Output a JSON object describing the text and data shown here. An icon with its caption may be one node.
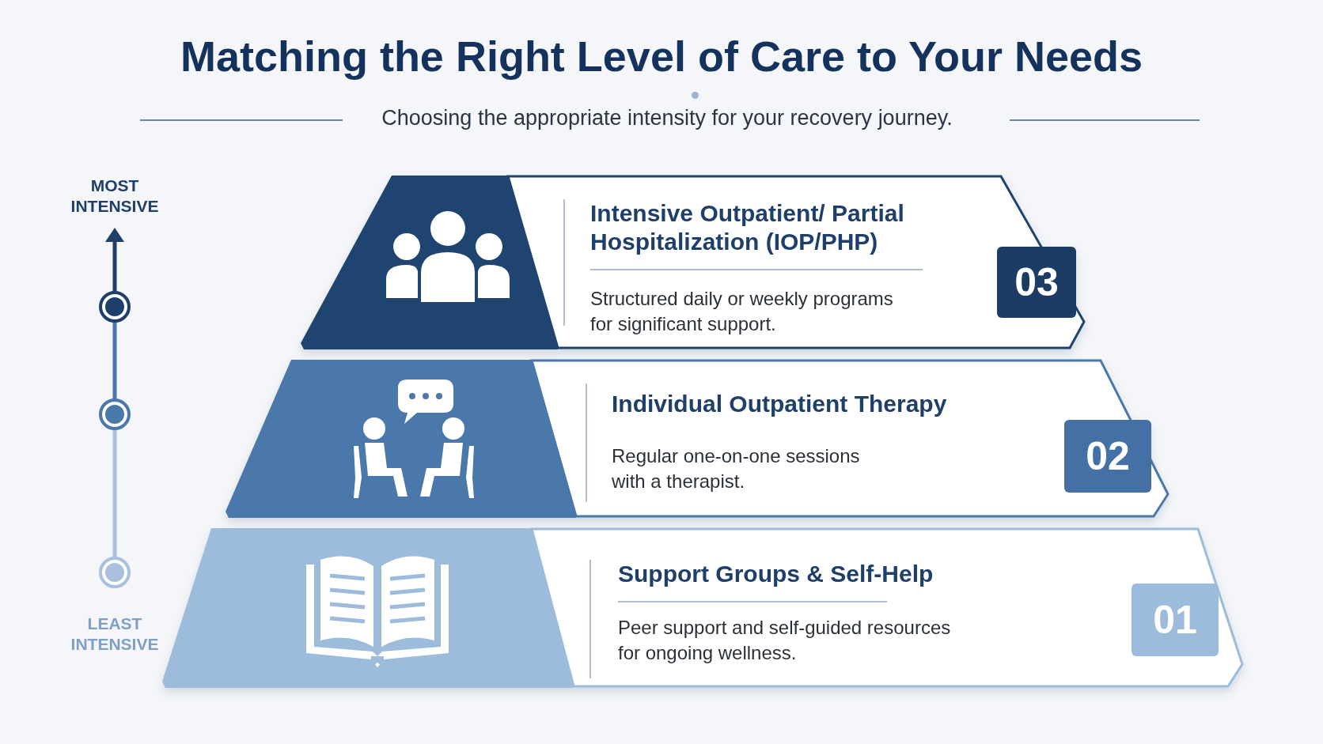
{
  "diagram": {
    "title": "Matching the Right Level of Care to Your Needs",
    "nodes": [
      {
        "text": [
          "Intensive Outpatient/ Partial Hospitalization (IOP/PHP)",
          "Structured daily or weekly programs for significant support.",
          "03"
        ]
      },
      {
        "text": [
          "Individual Outpatient Therapy",
          "Regular one-on-one sessions with a therapist.",
          "02"
        ]
      },
      {
        "text": [
          "Support Groups & Self-Help",
          "Peer support and self-guided resources for ongoing wellness.",
          "01"
        ]
      }
    ],
    "edges": [],
    "labels": [
      "Choosing the appropriate intensity for your recovery journey.",
      "MOST INTENSIVE",
      "LEAST INTENSIVE"
    ]
  }
}
